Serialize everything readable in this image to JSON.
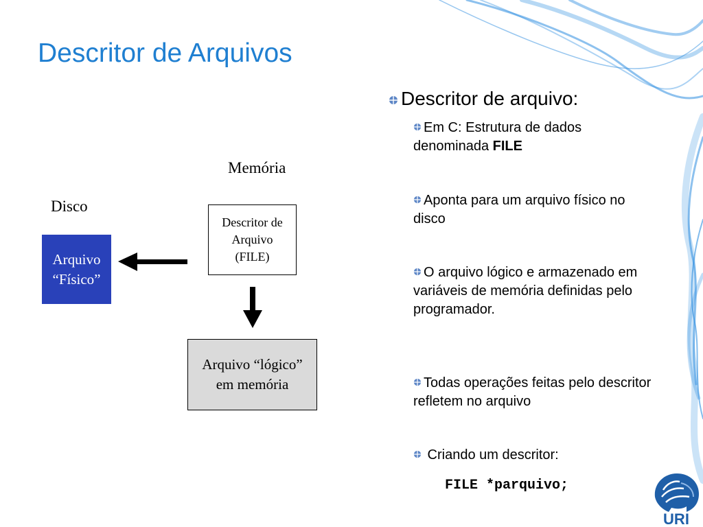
{
  "slide": {
    "title": "Descritor de Arquivos"
  },
  "diagram": {
    "memoria_label": "Memória",
    "disco_label": "Disco",
    "arquivo_fisico": {
      "line1": "Arquivo",
      "line2": "“Físico”"
    },
    "descritor": {
      "line1": "Descritor de",
      "line2": "Arquivo",
      "line3": "(FILE)"
    },
    "arquivo_logico": {
      "line1": "Arquivo “lógico”",
      "line2": "em memória"
    }
  },
  "bullets": {
    "main": "Descritor de arquivo:",
    "b1_text": "Em C: Estrutura de dados denominada ",
    "b1_bold": "FILE",
    "b2": "Aponta para um arquivo físico no disco",
    "b3": "O arquivo lógico e armazenado em variáveis de memória definidas pelo programador.",
    "b4": "Todas operações feitas pelo descritor refletem no arquivo",
    "b5": " Criando um descritor:",
    "code": "FILE *parquivo;"
  },
  "logo": {
    "text": "URI"
  },
  "colors": {
    "title": "#1f7fd1",
    "fisico_fill": "#2941b9",
    "logico_fill": "#dadada",
    "smoke": "#2f8ee0",
    "logo_blue": "#1f5fa8"
  }
}
